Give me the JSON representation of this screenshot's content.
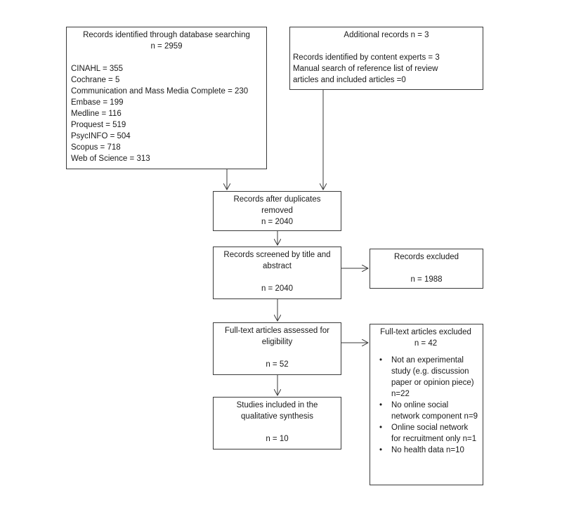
{
  "identification": {
    "db_box": {
      "title": "Records identified through database searching",
      "total": "n = 2959",
      "sources": [
        "CINAHL = 355",
        "Cochrane = 5",
        "Communication and Mass Media Complete = 230",
        "Embase = 199",
        "Medline = 116",
        "Proquest = 519",
        "PsycINFO = 504",
        "Scopus = 718",
        "Web of Science = 313"
      ]
    },
    "additional_box": {
      "title": "Additional records n = 3",
      "lines": [
        "Records identified by content experts = 3",
        "Manual search of reference list of review",
        "articles and included articles =0"
      ]
    }
  },
  "duplicates_box": {
    "lines": [
      "Records after duplicates",
      "removed",
      "n = 2040"
    ]
  },
  "screened_box": {
    "lines": [
      "Records screened by title and",
      "abstract"
    ],
    "count": "n = 2040"
  },
  "excluded_box": {
    "title": "Records excluded",
    "count": "n = 1988"
  },
  "fulltext_box": {
    "lines": [
      "Full-text articles assessed for",
      "eligibility"
    ],
    "count": "n = 52"
  },
  "fulltext_excluded_box": {
    "title": "Full-text articles excluded",
    "count": "n = 42",
    "bullet": "•",
    "reasons": [
      "Not an experimental study (e.g. discussion paper or opinion piece) n=22",
      "No online social network component n=9",
      "Online social network for recruitment only n=1",
      "No health data n=10"
    ]
  },
  "included_box": {
    "lines": [
      "Studies included in the",
      "qualitative synthesis"
    ],
    "count": "n = 10"
  }
}
